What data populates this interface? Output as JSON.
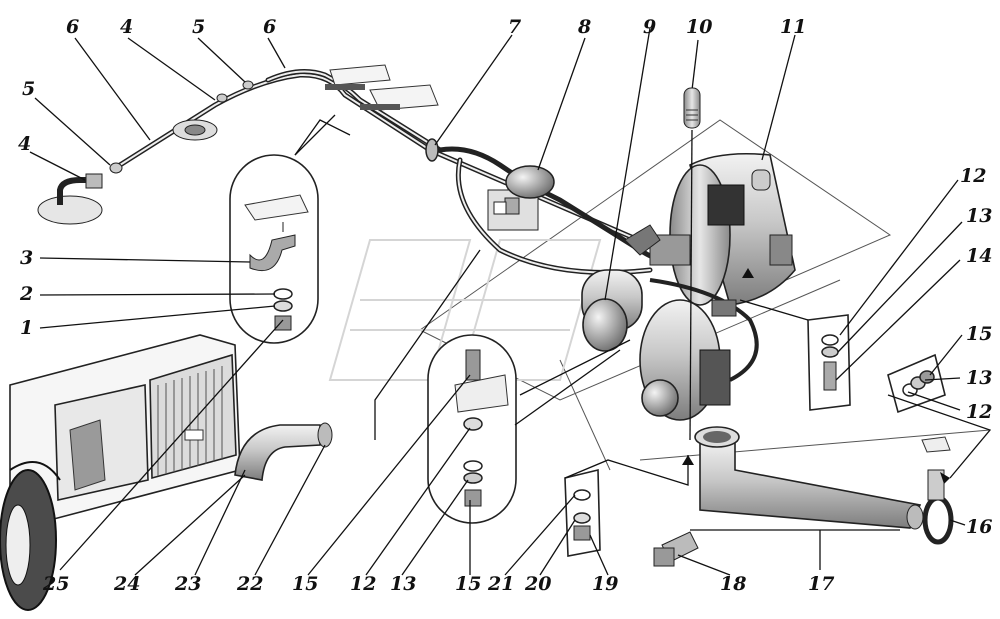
{
  "callouts": [
    {
      "id": "c25",
      "text": "25"
    },
    {
      "id": "c24",
      "text": "24"
    },
    {
      "id": "c23",
      "text": "23"
    },
    {
      "id": "c22",
      "text": "22"
    },
    {
      "id": "c15a",
      "text": "15"
    },
    {
      "id": "c12a",
      "text": "12"
    },
    {
      "id": "c13a",
      "text": "13"
    },
    {
      "id": "c15b",
      "text": "15"
    },
    {
      "id": "c21",
      "text": "21"
    },
    {
      "id": "c20",
      "text": "20"
    },
    {
      "id": "c19",
      "text": "19"
    },
    {
      "id": "c18",
      "text": "18"
    },
    {
      "id": "c17",
      "text": "17"
    },
    {
      "id": "c16",
      "text": "16"
    },
    {
      "id": "c12b",
      "text": "12"
    },
    {
      "id": "c13b",
      "text": "13"
    },
    {
      "id": "c15c",
      "text": "15"
    },
    {
      "id": "c14",
      "text": "14"
    },
    {
      "id": "c13c",
      "text": "13"
    },
    {
      "id": "c12c",
      "text": "12"
    },
    {
      "id": "c11",
      "text": "11"
    },
    {
      "id": "c10",
      "text": "10"
    },
    {
      "id": "c9",
      "text": "9"
    },
    {
      "id": "c8",
      "text": "8"
    },
    {
      "id": "c7",
      "text": "7"
    },
    {
      "id": "c6a",
      "text": "6"
    },
    {
      "id": "c5a",
      "text": "5"
    },
    {
      "id": "c4a",
      "text": "4"
    },
    {
      "id": "c6b",
      "text": "6"
    },
    {
      "id": "c5b",
      "text": "5"
    },
    {
      "id": "c4b",
      "text": "4"
    },
    {
      "id": "c3",
      "text": "3"
    },
    {
      "id": "c2",
      "text": "2"
    },
    {
      "id": "c1",
      "text": "1"
    }
  ],
  "colors": {
    "ink": "#111111",
    "metal": "#c9c9c9",
    "metal_dark": "#8e8e8e",
    "paper": "#ffffff"
  }
}
